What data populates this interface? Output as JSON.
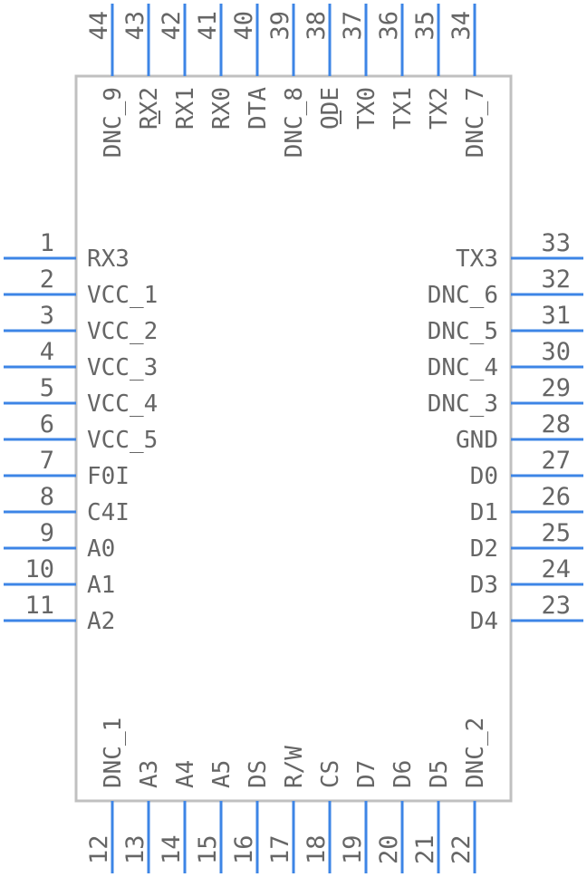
{
  "colors": {
    "pin": "#3d85e6",
    "body": "#c0c0c0",
    "text": "#666666"
  },
  "pins": {
    "left": [
      {
        "num": "1",
        "label": "RX3"
      },
      {
        "num": "2",
        "label": "VCC_1"
      },
      {
        "num": "3",
        "label": "VCC_2"
      },
      {
        "num": "4",
        "label": "VCC_3"
      },
      {
        "num": "5",
        "label": "VCC_4"
      },
      {
        "num": "6",
        "label": "VCC_5"
      },
      {
        "num": "7",
        "label": "F0I"
      },
      {
        "num": "8",
        "label": "C4I"
      },
      {
        "num": "9",
        "label": "A0"
      },
      {
        "num": "10",
        "label": "A1"
      },
      {
        "num": "11",
        "label": "A2"
      }
    ],
    "bottom": [
      {
        "num": "12",
        "label": "DNC_1"
      },
      {
        "num": "13",
        "label": "A3"
      },
      {
        "num": "14",
        "label": "A4"
      },
      {
        "num": "15",
        "label": "A5"
      },
      {
        "num": "16",
        "label": "DS"
      },
      {
        "num": "17",
        "label": "R/W"
      },
      {
        "num": "18",
        "label": "CS"
      },
      {
        "num": "19",
        "label": "D7"
      },
      {
        "num": "20",
        "label": "D6"
      },
      {
        "num": "21",
        "label": "D5"
      },
      {
        "num": "22",
        "label": "DNC_2"
      }
    ],
    "right": [
      {
        "num": "23",
        "label": "D4"
      },
      {
        "num": "24",
        "label": "D3"
      },
      {
        "num": "25",
        "label": "D2"
      },
      {
        "num": "26",
        "label": "D1"
      },
      {
        "num": "27",
        "label": "D0"
      },
      {
        "num": "28",
        "label": "GND"
      },
      {
        "num": "29",
        "label": "DNC_3"
      },
      {
        "num": "30",
        "label": "DNC_4"
      },
      {
        "num": "31",
        "label": "DNC_5"
      },
      {
        "num": "32",
        "label": "DNC_6"
      },
      {
        "num": "33",
        "label": "TX3"
      }
    ],
    "top": [
      {
        "num": "34",
        "label": "DNC_7"
      },
      {
        "num": "35",
        "label": "TX2"
      },
      {
        "num": "36",
        "label": "TX1"
      },
      {
        "num": "37",
        "label": "TX0"
      },
      {
        "num": "38",
        "label": "ODE",
        "overbar": true
      },
      {
        "num": "39",
        "label": "DNC_8"
      },
      {
        "num": "40",
        "label": "DTA"
      },
      {
        "num": "41",
        "label": "RX0"
      },
      {
        "num": "42",
        "label": "RX1"
      },
      {
        "num": "43",
        "label": "RX2",
        "overbar": true
      },
      {
        "num": "44",
        "label": "DNC_9"
      }
    ]
  }
}
